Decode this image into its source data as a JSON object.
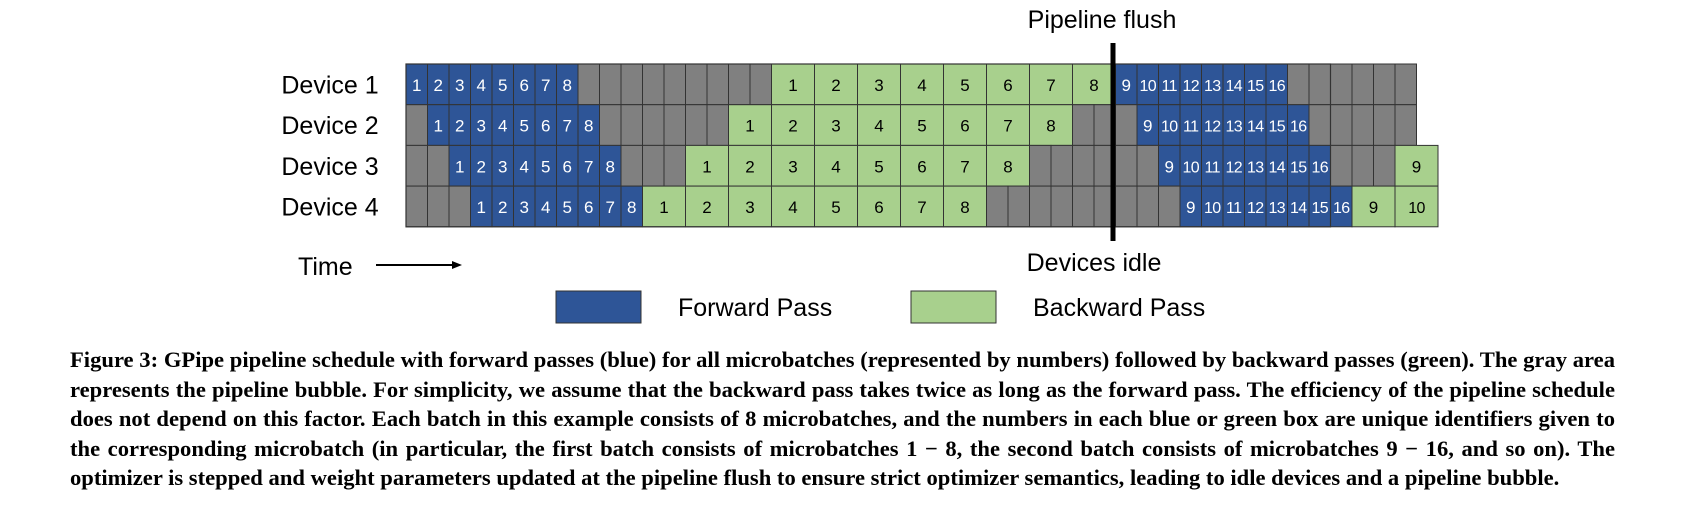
{
  "figure": {
    "pipeline_flush_label": "Pipeline flush",
    "devices_idle_label": "Devices idle",
    "time_label": "Time",
    "devices": [
      {
        "label": "Device 1",
        "cells": [
          {
            "type": "F",
            "text": "1"
          },
          {
            "type": "F",
            "text": "2"
          },
          {
            "type": "F",
            "text": "3"
          },
          {
            "type": "F",
            "text": "4"
          },
          {
            "type": "F",
            "text": "5"
          },
          {
            "type": "F",
            "text": "6"
          },
          {
            "type": "F",
            "text": "7"
          },
          {
            "type": "F",
            "text": "8"
          },
          {
            "type": "I",
            "text": ""
          },
          {
            "type": "I",
            "text": ""
          },
          {
            "type": "I",
            "text": ""
          },
          {
            "type": "I",
            "text": ""
          },
          {
            "type": "I",
            "text": ""
          },
          {
            "type": "I",
            "text": ""
          },
          {
            "type": "I",
            "text": ""
          },
          {
            "type": "I",
            "text": ""
          },
          {
            "type": "I",
            "text": ""
          },
          {
            "type": "B",
            "text": "1"
          },
          {
            "type": "B",
            "text": "2"
          },
          {
            "type": "B",
            "text": "3"
          },
          {
            "type": "B",
            "text": "4"
          },
          {
            "type": "B",
            "text": "5"
          },
          {
            "type": "B",
            "text": "6"
          },
          {
            "type": "B",
            "text": "7"
          },
          {
            "type": "B",
            "text": "8"
          },
          {
            "type": "F",
            "text": "9"
          },
          {
            "type": "F",
            "text": "10"
          },
          {
            "type": "F",
            "text": "11"
          },
          {
            "type": "F",
            "text": "12"
          },
          {
            "type": "F",
            "text": "13"
          },
          {
            "type": "F",
            "text": "14"
          },
          {
            "type": "F",
            "text": "15"
          },
          {
            "type": "F",
            "text": "16"
          },
          {
            "type": "I",
            "text": ""
          },
          {
            "type": "I",
            "text": ""
          },
          {
            "type": "I",
            "text": ""
          },
          {
            "type": "I",
            "text": ""
          },
          {
            "type": "I",
            "text": ""
          },
          {
            "type": "I",
            "text": ""
          }
        ]
      },
      {
        "label": "Device 2",
        "cells": [
          {
            "type": "I",
            "text": ""
          },
          {
            "type": "F",
            "text": "1"
          },
          {
            "type": "F",
            "text": "2"
          },
          {
            "type": "F",
            "text": "3"
          },
          {
            "type": "F",
            "text": "4"
          },
          {
            "type": "F",
            "text": "5"
          },
          {
            "type": "F",
            "text": "6"
          },
          {
            "type": "F",
            "text": "7"
          },
          {
            "type": "F",
            "text": "8"
          },
          {
            "type": "I",
            "text": ""
          },
          {
            "type": "I",
            "text": ""
          },
          {
            "type": "I",
            "text": ""
          },
          {
            "type": "I",
            "text": ""
          },
          {
            "type": "I",
            "text": ""
          },
          {
            "type": "I",
            "text": ""
          },
          {
            "type": "B",
            "text": "1"
          },
          {
            "type": "B",
            "text": "2"
          },
          {
            "type": "B",
            "text": "3"
          },
          {
            "type": "B",
            "text": "4"
          },
          {
            "type": "B",
            "text": "5"
          },
          {
            "type": "B",
            "text": "6"
          },
          {
            "type": "B",
            "text": "7"
          },
          {
            "type": "B",
            "text": "8"
          },
          {
            "type": "I",
            "text": ""
          },
          {
            "type": "I",
            "text": ""
          },
          {
            "type": "I",
            "text": ""
          },
          {
            "type": "F",
            "text": "9"
          },
          {
            "type": "F",
            "text": "10"
          },
          {
            "type": "F",
            "text": "11"
          },
          {
            "type": "F",
            "text": "12"
          },
          {
            "type": "F",
            "text": "13"
          },
          {
            "type": "F",
            "text": "14"
          },
          {
            "type": "F",
            "text": "15"
          },
          {
            "type": "F",
            "text": "16"
          },
          {
            "type": "I",
            "text": ""
          },
          {
            "type": "I",
            "text": ""
          },
          {
            "type": "I",
            "text": ""
          },
          {
            "type": "I",
            "text": ""
          },
          {
            "type": "I",
            "text": ""
          }
        ]
      },
      {
        "label": "Device 3",
        "cells": [
          {
            "type": "I",
            "text": ""
          },
          {
            "type": "I",
            "text": ""
          },
          {
            "type": "F",
            "text": "1"
          },
          {
            "type": "F",
            "text": "2"
          },
          {
            "type": "F",
            "text": "3"
          },
          {
            "type": "F",
            "text": "4"
          },
          {
            "type": "F",
            "text": "5"
          },
          {
            "type": "F",
            "text": "6"
          },
          {
            "type": "F",
            "text": "7"
          },
          {
            "type": "F",
            "text": "8"
          },
          {
            "type": "I",
            "text": ""
          },
          {
            "type": "I",
            "text": ""
          },
          {
            "type": "I",
            "text": ""
          },
          {
            "type": "B",
            "text": "1"
          },
          {
            "type": "B",
            "text": "2"
          },
          {
            "type": "B",
            "text": "3"
          },
          {
            "type": "B",
            "text": "4"
          },
          {
            "type": "B",
            "text": "5"
          },
          {
            "type": "B",
            "text": "6"
          },
          {
            "type": "B",
            "text": "7"
          },
          {
            "type": "B",
            "text": "8"
          },
          {
            "type": "I",
            "text": ""
          },
          {
            "type": "I",
            "text": ""
          },
          {
            "type": "I",
            "text": ""
          },
          {
            "type": "I",
            "text": ""
          },
          {
            "type": "I",
            "text": ""
          },
          {
            "type": "I",
            "text": ""
          },
          {
            "type": "F",
            "text": "9"
          },
          {
            "type": "F",
            "text": "10"
          },
          {
            "type": "F",
            "text": "11"
          },
          {
            "type": "F",
            "text": "12"
          },
          {
            "type": "F",
            "text": "13"
          },
          {
            "type": "F",
            "text": "14"
          },
          {
            "type": "F",
            "text": "15"
          },
          {
            "type": "F",
            "text": "16"
          },
          {
            "type": "I",
            "text": ""
          },
          {
            "type": "I",
            "text": ""
          },
          {
            "type": "I",
            "text": ""
          },
          {
            "type": "B",
            "text": "9"
          }
        ]
      },
      {
        "label": "Device 4",
        "cells": [
          {
            "type": "I",
            "text": ""
          },
          {
            "type": "I",
            "text": ""
          },
          {
            "type": "I",
            "text": ""
          },
          {
            "type": "F",
            "text": "1"
          },
          {
            "type": "F",
            "text": "2"
          },
          {
            "type": "F",
            "text": "3"
          },
          {
            "type": "F",
            "text": "4"
          },
          {
            "type": "F",
            "text": "5"
          },
          {
            "type": "F",
            "text": "6"
          },
          {
            "type": "F",
            "text": "7"
          },
          {
            "type": "F",
            "text": "8"
          },
          {
            "type": "B",
            "text": "1"
          },
          {
            "type": "B",
            "text": "2"
          },
          {
            "type": "B",
            "text": "3"
          },
          {
            "type": "B",
            "text": "4"
          },
          {
            "type": "B",
            "text": "5"
          },
          {
            "type": "B",
            "text": "6"
          },
          {
            "type": "B",
            "text": "7"
          },
          {
            "type": "B",
            "text": "8"
          },
          {
            "type": "I",
            "text": ""
          },
          {
            "type": "I",
            "text": ""
          },
          {
            "type": "I",
            "text": ""
          },
          {
            "type": "I",
            "text": ""
          },
          {
            "type": "I",
            "text": ""
          },
          {
            "type": "I",
            "text": ""
          },
          {
            "type": "I",
            "text": ""
          },
          {
            "type": "I",
            "text": ""
          },
          {
            "type": "I",
            "text": ""
          },
          {
            "type": "F",
            "text": "9"
          },
          {
            "type": "F",
            "text": "10"
          },
          {
            "type": "F",
            "text": "11"
          },
          {
            "type": "F",
            "text": "12"
          },
          {
            "type": "F",
            "text": "13"
          },
          {
            "type": "F",
            "text": "14"
          },
          {
            "type": "F",
            "text": "15"
          },
          {
            "type": "F",
            "text": "16"
          },
          {
            "type": "B",
            "text": "9"
          },
          {
            "type": "B",
            "text": "10"
          }
        ]
      }
    ],
    "legend": [
      {
        "kind": "F",
        "label": "Forward Pass"
      },
      {
        "kind": "B",
        "label": "Backward Pass"
      }
    ],
    "colors": {
      "forward": "#2e5597",
      "backward": "#a8d08d",
      "idle": "#808080",
      "cell_border": "#333333",
      "flush_line": "#000000"
    }
  },
  "caption": "Figure 3: GPipe pipeline schedule with forward passes (blue) for all microbatches (represented by numbers) followed by backward passes (green). The gray area represents the pipeline bubble. For simplicity, we assume that the backward pass takes twice as long as the forward pass. The efficiency of the pipeline schedule does not depend on this factor. Each batch in this example consists of 8 microbatches, and the numbers in each blue or green box are unique identifiers given to the corresponding microbatch (in particular, the first batch consists of microbatches 1 − 8, the second batch consists of microbatches 9 − 16, and so on). The optimizer is stepped and weight parameters updated at the pipeline flush to ensure strict optimizer semantics, leading to idle devices and a pipeline bubble."
}
